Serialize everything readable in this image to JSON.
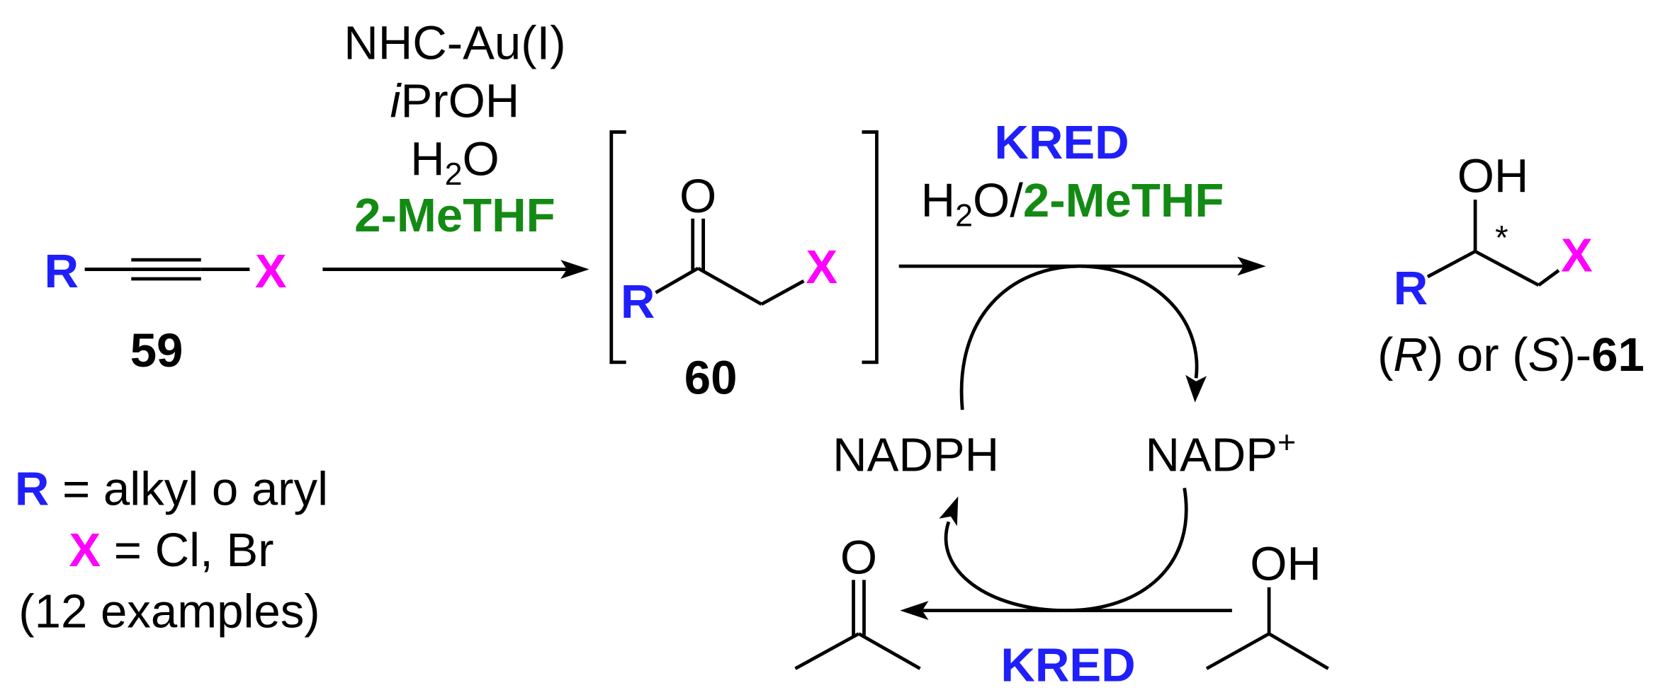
{
  "colors": {
    "r_group": "#1f1ffb",
    "x_group": "#ff00ff",
    "green_solvent": "#138a13",
    "ink": "#000000"
  },
  "reactant": {
    "r": "R",
    "x": "X",
    "label": "59"
  },
  "step_1": {
    "catalyst": "NHC-Au(I)",
    "cosolvent_prefix": "i",
    "cosolvent": "PrOH",
    "water": {
      "h": "H",
      "sub": "2",
      "o": "O"
    },
    "solvent": "2-MeTHF"
  },
  "intermediate": {
    "oxygen": "O",
    "r": "R",
    "x": "X",
    "label": "60"
  },
  "step_2": {
    "enzyme": "KRED",
    "water": {
      "h": "H",
      "sub": "2",
      "o": "O"
    },
    "separator": "/",
    "solvent": "2-MeTHF"
  },
  "cofactor_recycling": {
    "reduced_cofactor": "NADPH",
    "oxidized_cofactor": "NADP",
    "oxidized_charge": "+",
    "enzyme": "KRED",
    "acetone_oxygen": "O",
    "isopropanol_hydroxyl": "OH"
  },
  "product": {
    "hydroxyl": "OH",
    "stereocenter_mark": "*",
    "r": "R",
    "x": "X",
    "label": {
      "open_1": "(",
      "config_1": "R",
      "middle": ") or (",
      "config_2": "S",
      "close": ")-",
      "number": "61"
    }
  },
  "legend": {
    "r_symbol": "R",
    "r_definition": " = alkyl o aryl",
    "x_symbol": "X",
    "x_definition": " = Cl, Br",
    "scope": "(12 examples)"
  }
}
